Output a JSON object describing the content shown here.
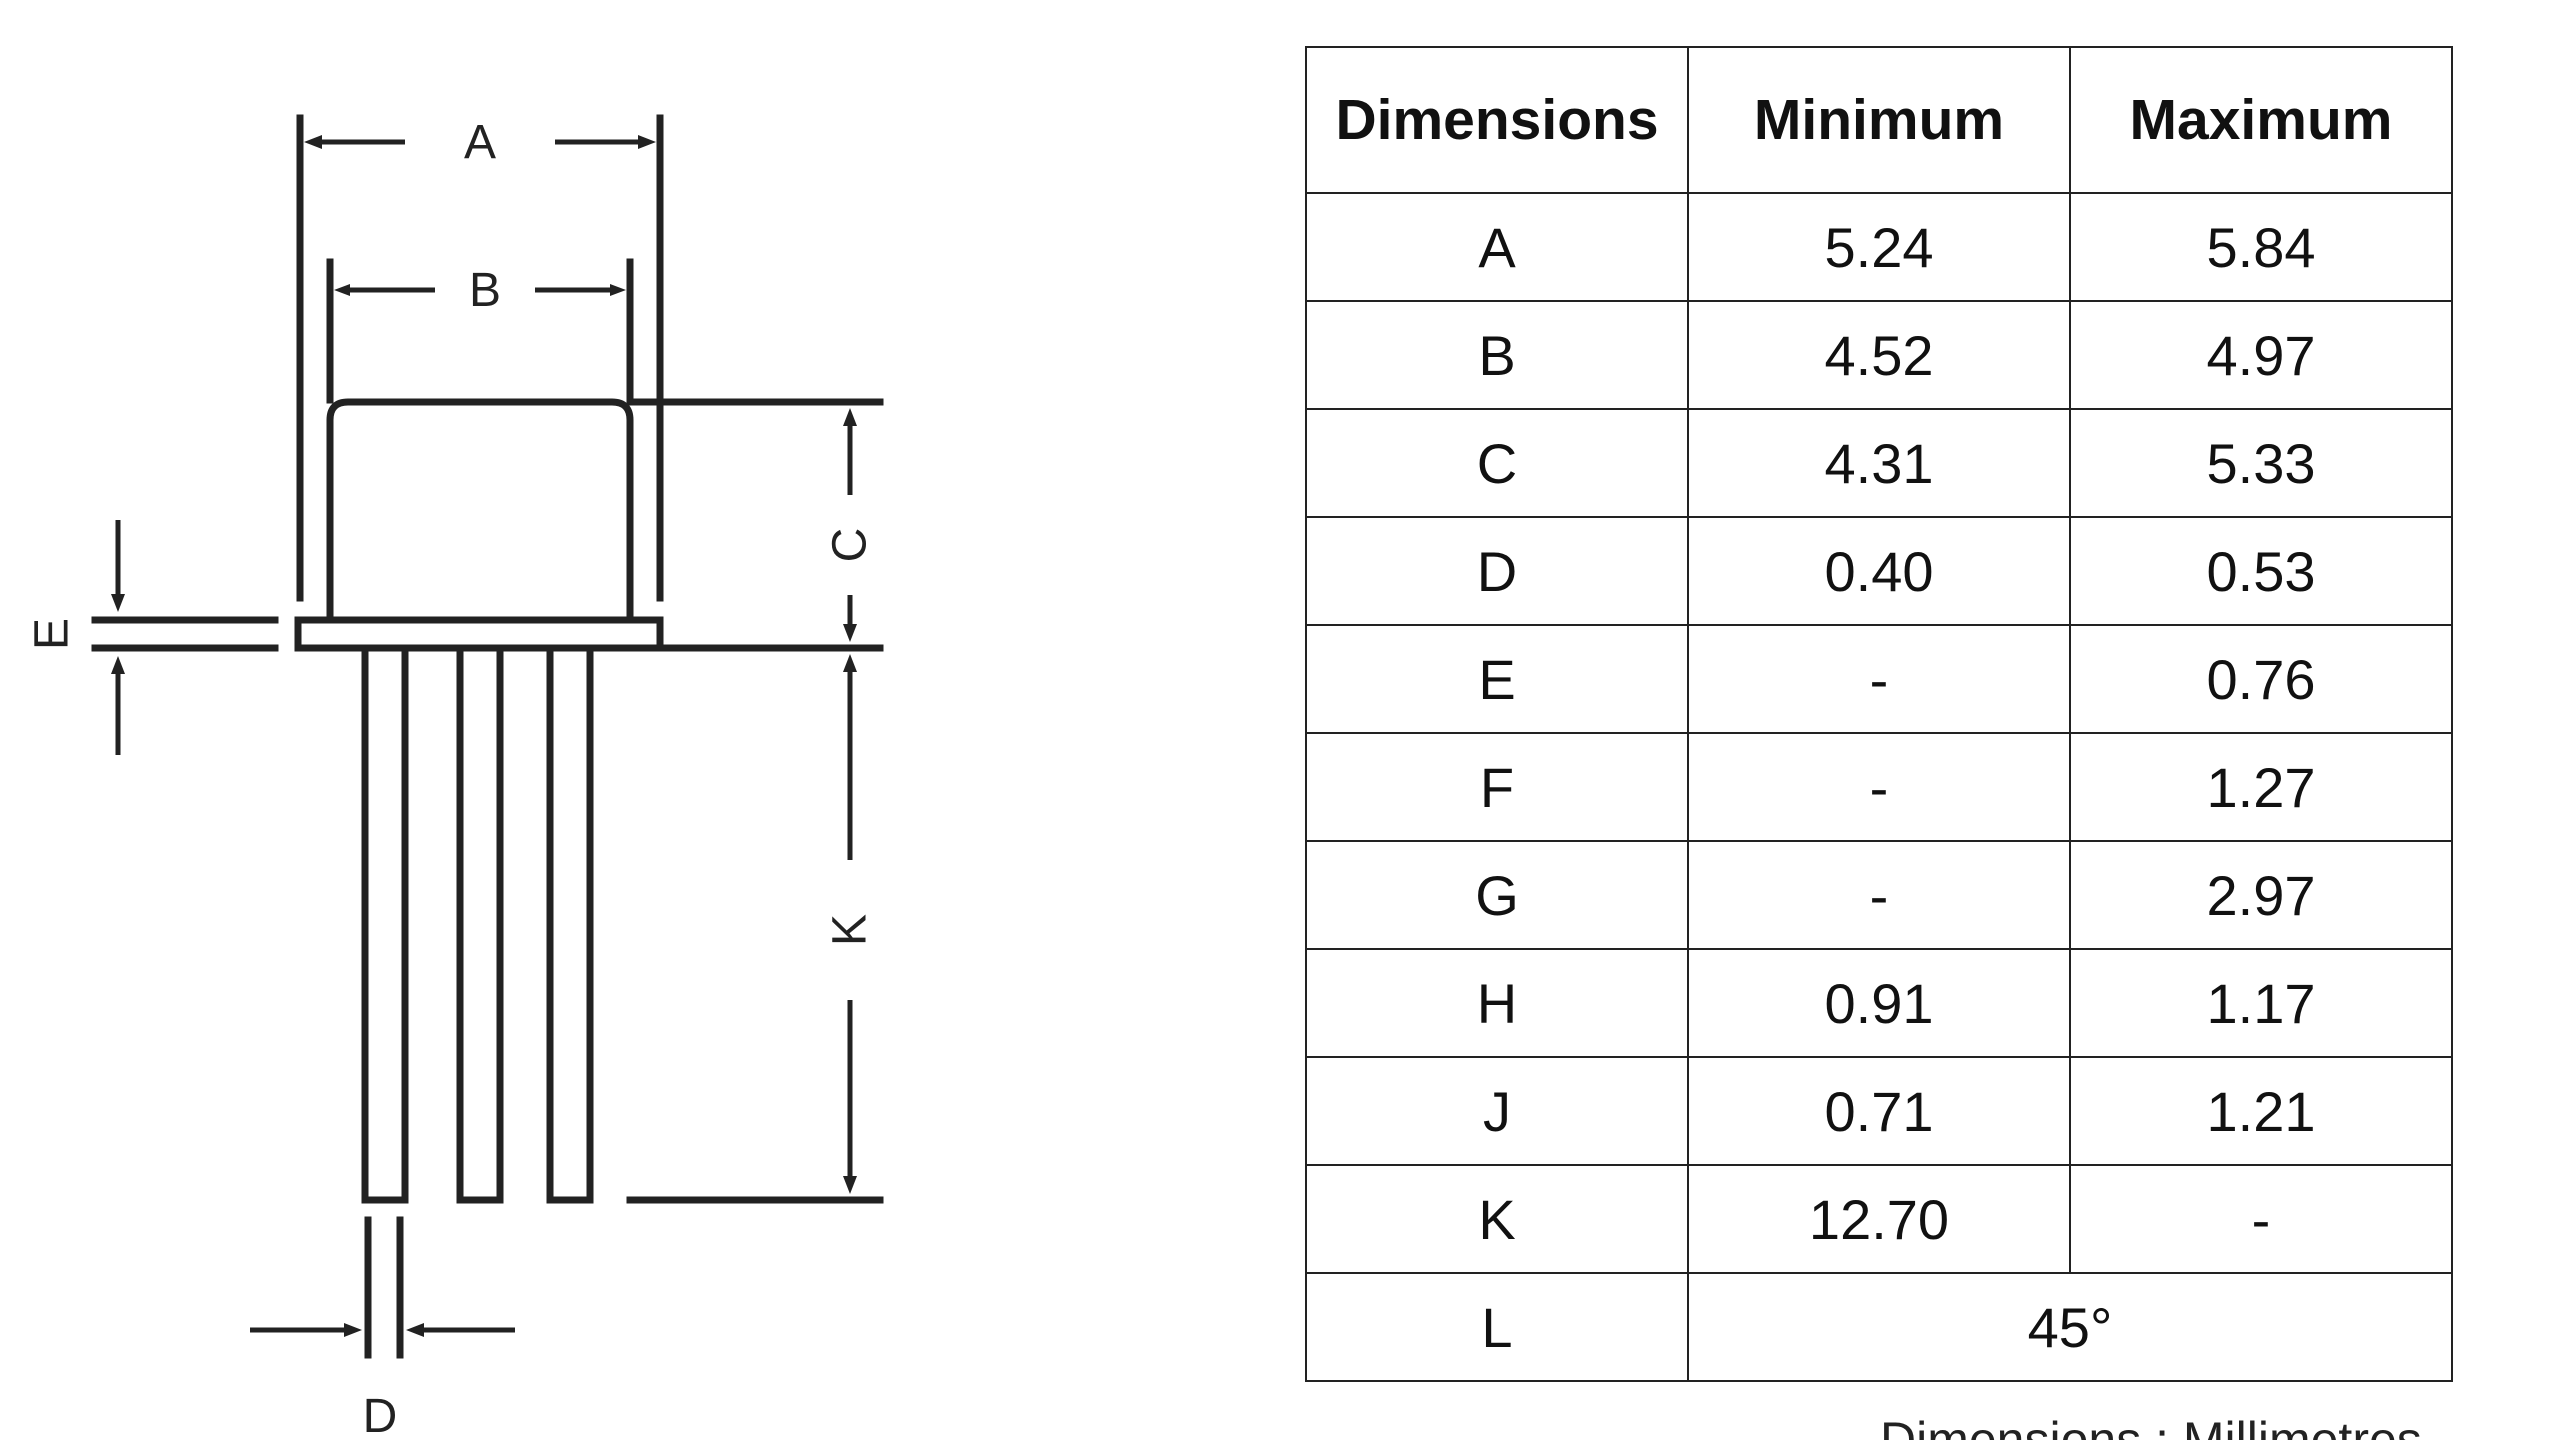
{
  "drawing": {
    "labels": {
      "a": "A",
      "b": "B",
      "c": "C",
      "d": "D",
      "e": "E",
      "k": "K"
    }
  },
  "table": {
    "headers": [
      "Dimensions",
      "Minimum",
      "Maximum"
    ],
    "rows": [
      {
        "dim": "A",
        "min": "5.24",
        "max": "5.84"
      },
      {
        "dim": "B",
        "min": "4.52",
        "max": "4.97"
      },
      {
        "dim": "C",
        "min": "4.31",
        "max": "5.33"
      },
      {
        "dim": "D",
        "min": "0.40",
        "max": "0.53"
      },
      {
        "dim": "E",
        "min": "-",
        "max": "0.76"
      },
      {
        "dim": "F",
        "min": "-",
        "max": "1.27"
      },
      {
        "dim": "G",
        "min": "-",
        "max": "2.97"
      },
      {
        "dim": "H",
        "min": "0.91",
        "max": "1.17"
      },
      {
        "dim": "J",
        "min": "0.71",
        "max": "1.21"
      },
      {
        "dim": "K",
        "min": "12.70",
        "max": "-"
      }
    ],
    "last_row": {
      "dim": "L",
      "value": "45°"
    }
  },
  "units_note": "Dimensions : Millimetres"
}
